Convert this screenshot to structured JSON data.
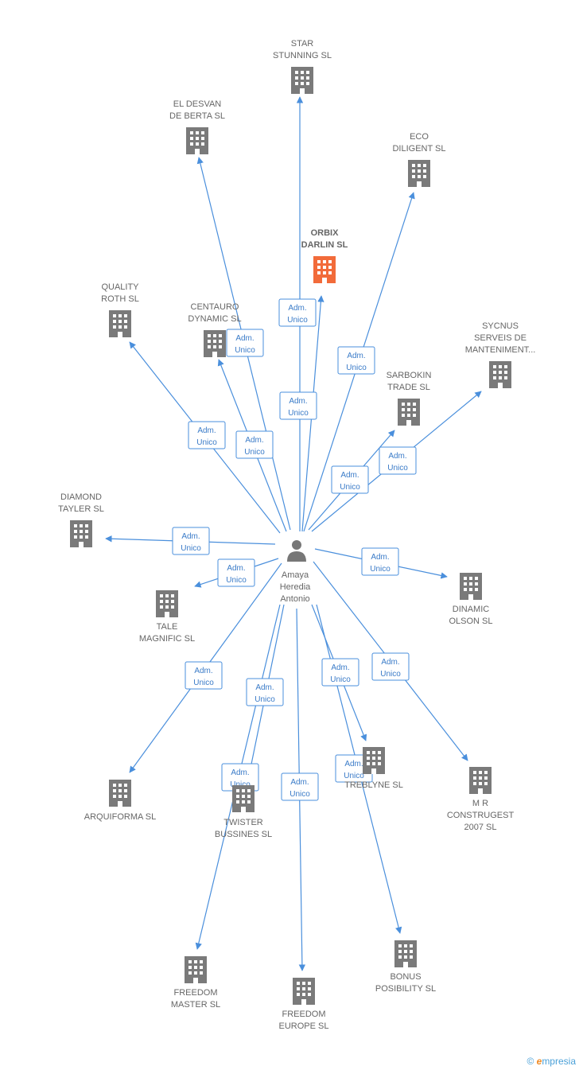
{
  "colors": {
    "edge": "#4a8fdc",
    "building": "#7a7a7a",
    "building_focus": "#f26b3a",
    "person": "#777777",
    "label": "#666666"
  },
  "person": {
    "lines": [
      "Amaya",
      "Heredia",
      "Antonio"
    ],
    "icon": "person-icon"
  },
  "edge_label": [
    "Adm.",
    "Unico"
  ],
  "companies": [
    {
      "id": "star-stunning",
      "lines": [
        "STAR",
        "STUNNING SL"
      ]
    },
    {
      "id": "el-desvan",
      "lines": [
        "EL DESVAN",
        "DE BERTA SL"
      ]
    },
    {
      "id": "eco-diligent",
      "lines": [
        "ECO",
        "DILIGENT SL"
      ]
    },
    {
      "id": "orbix-darlin",
      "lines": [
        "ORBIX",
        "DARLIN SL"
      ],
      "focus": true
    },
    {
      "id": "quality-roth",
      "lines": [
        "QUALITY",
        "ROTH SL"
      ]
    },
    {
      "id": "centauro-dynamic",
      "lines": [
        "CENTAURO",
        "DYNAMIC SL"
      ]
    },
    {
      "id": "sycnus",
      "lines": [
        "SYCNUS",
        "SERVEIS DE",
        "MANTENIMENT..."
      ]
    },
    {
      "id": "sarbokin-trade",
      "lines": [
        "SARBOKIN",
        "TRADE SL"
      ]
    },
    {
      "id": "diamond-tayler",
      "lines": [
        "DIAMOND",
        "TAYLER SL"
      ]
    },
    {
      "id": "tale-magnific",
      "lines": [
        "TALE",
        "MAGNIFIC SL"
      ]
    },
    {
      "id": "dinamic-olson",
      "lines": [
        "DINAMIC",
        "OLSON SL"
      ]
    },
    {
      "id": "arquiforma",
      "lines": [
        "ARQUIFORMA SL"
      ]
    },
    {
      "id": "twister-bussines",
      "lines": [
        "TWISTER",
        "BUSSINES SL"
      ]
    },
    {
      "id": "treblyne",
      "lines": [
        "TREBLYNE SL"
      ]
    },
    {
      "id": "mr-construgest",
      "lines": [
        "M R",
        "CONSTRUGEST",
        "2007 SL"
      ]
    },
    {
      "id": "freedom-master",
      "lines": [
        "FREEDOM",
        "MASTER SL"
      ]
    },
    {
      "id": "freedom-europe",
      "lines": [
        "FREEDOM",
        "EUROPE SL"
      ]
    },
    {
      "id": "bonus-posibility",
      "lines": [
        "BONUS",
        "POSIBILITY SL"
      ]
    }
  ],
  "footer": {
    "copyright": "©",
    "brand_e": "e",
    "brand_rest": "mpresia"
  }
}
